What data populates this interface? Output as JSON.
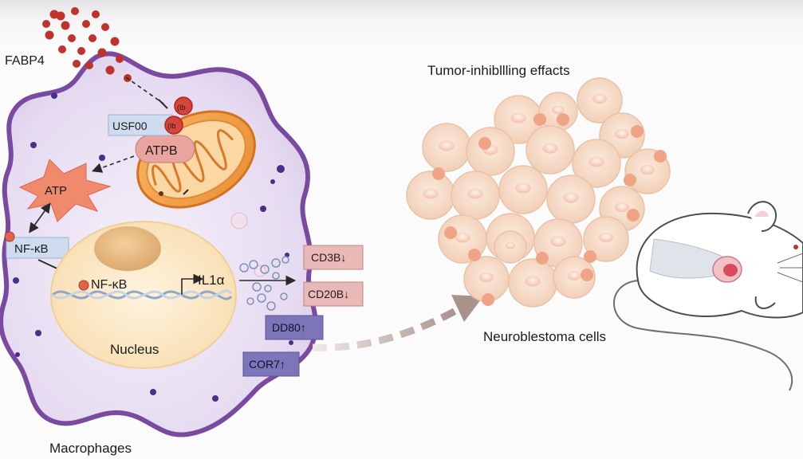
{
  "labels": {
    "fabp4": "FABP4",
    "usf": "USF00",
    "usf_marker": "(Ib",
    "mito_marker": "(Ib",
    "atpb": "ATPB",
    "atp": "ATP",
    "nfkb_cyto": "NF-κB",
    "nfkb_nuc": "NF-κB",
    "il1": "IL1α",
    "nucleus": "Nucleus",
    "macrophages": "Macrophages",
    "tumor_effects": "Tumor-inhibl​lling effacts",
    "neuroblastoma": "Neuroblestoma cells"
  },
  "markers": [
    {
      "text": "CD3B↓",
      "kind": "down"
    },
    {
      "text": "CD20B↓",
      "kind": "down"
    },
    {
      "text": "DD80↑",
      "kind": "up"
    },
    {
      "text": "COR7↑",
      "kind": "up"
    }
  ],
  "colors": {
    "membrane": "#7a4aa0",
    "cytoplasm": "#e9dff2",
    "mitochondrion": "#f3a24a",
    "atp_burst": "#f08a6c",
    "nucleus": "#fde9c4",
    "fabp4_dots": "#c0322c",
    "down_box": "#e8b9b6",
    "up_box": "#7c75b9",
    "tumor_cell": "#f7dccb"
  }
}
